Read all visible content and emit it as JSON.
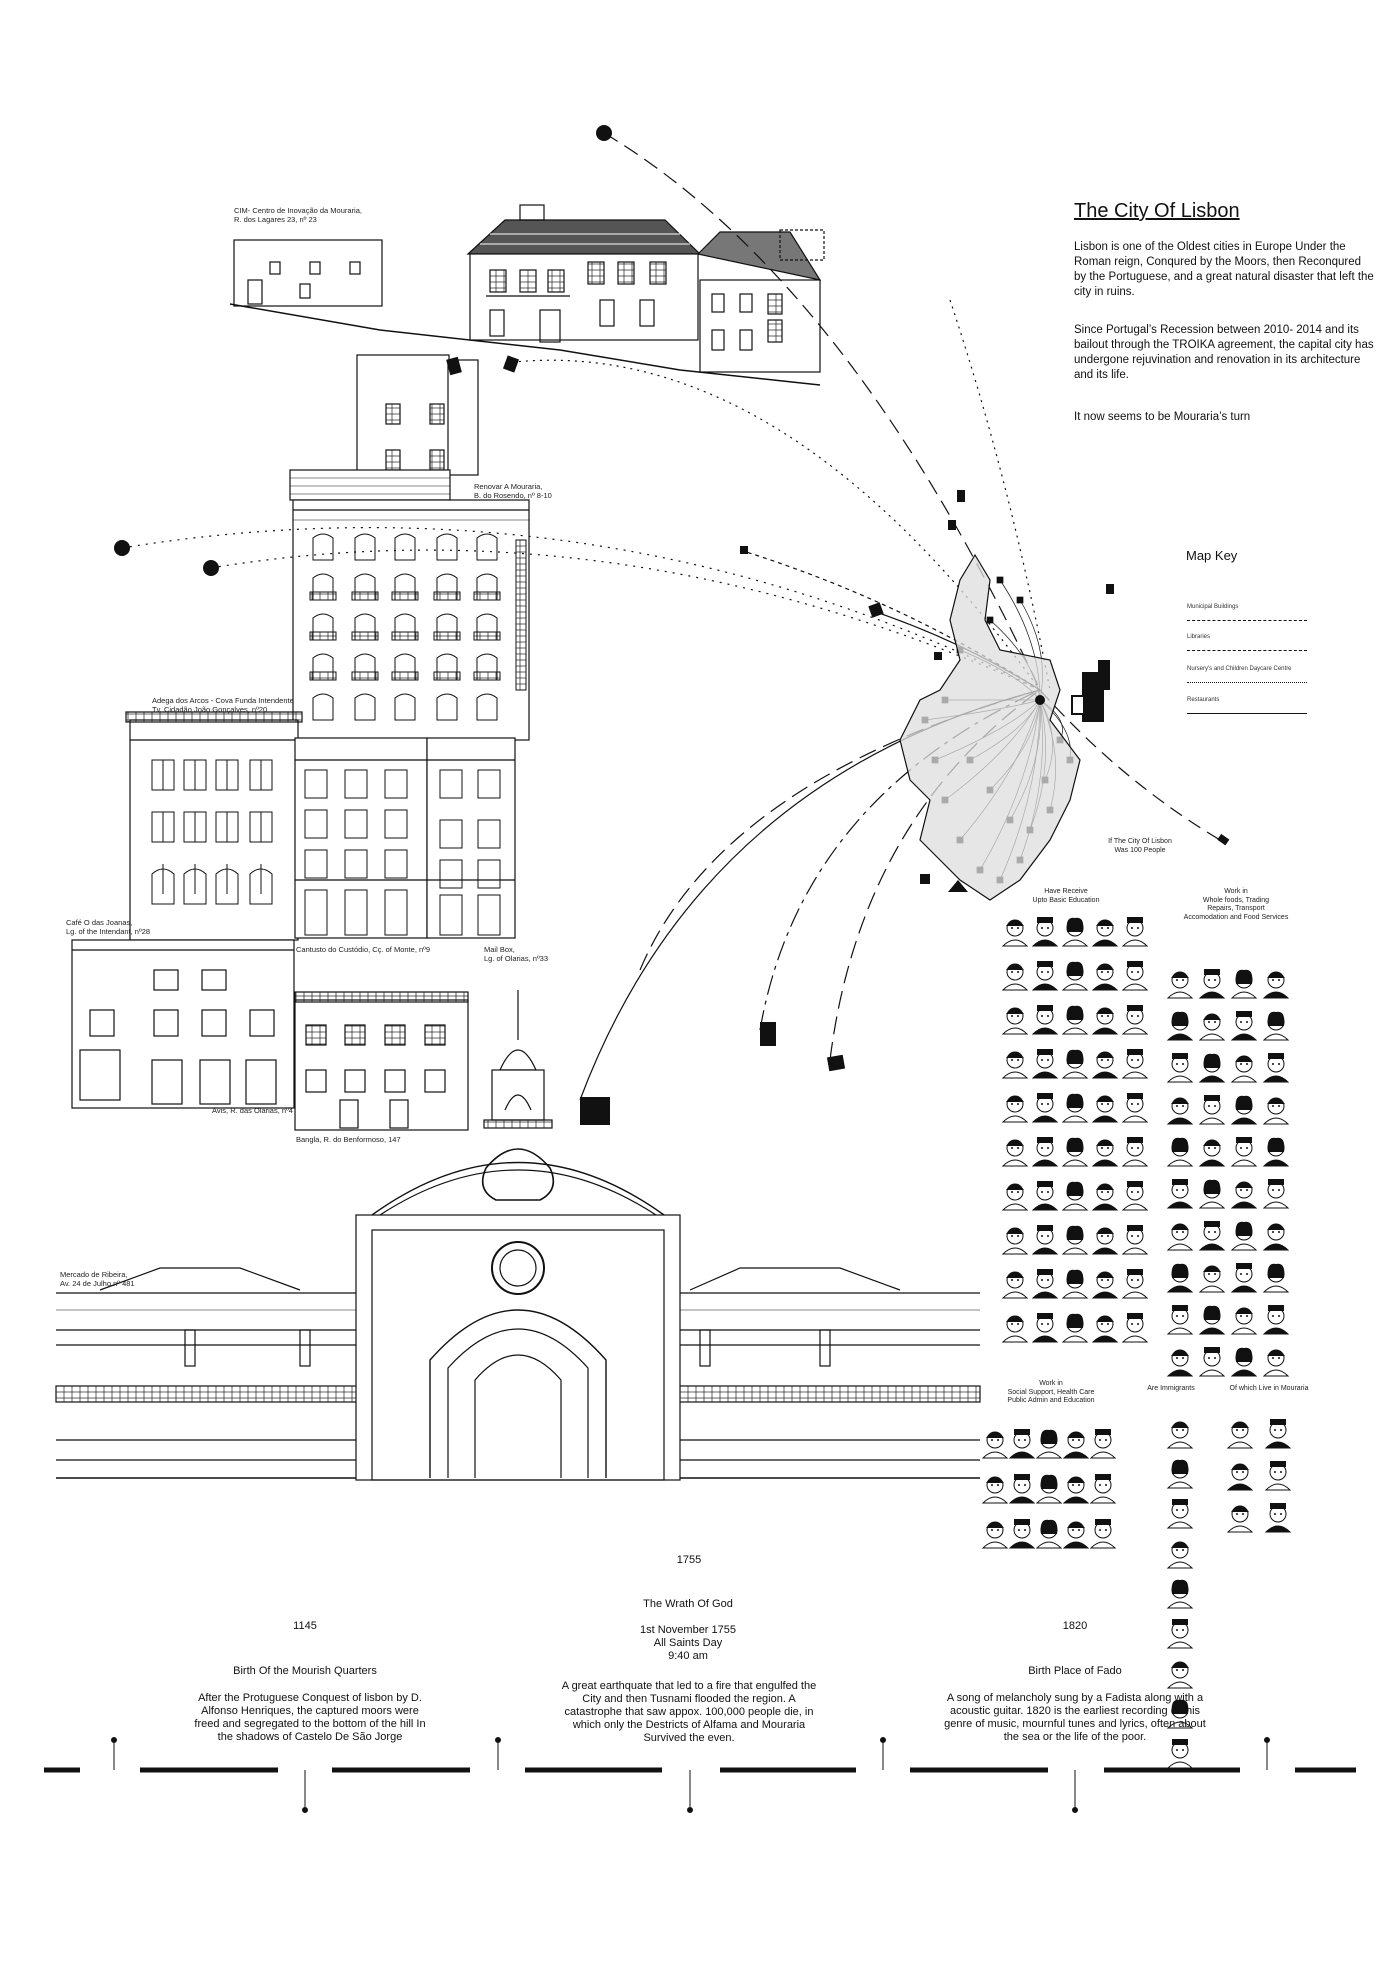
{
  "intro": {
    "title": "The City Of Lisbon",
    "p1": "Lisbon is one of the Oldest cities in Europe Under the Roman reign, Conqured by the Moors, then Reconqured by the Portuguese, and a great natural disaster that left the city in ruins.",
    "p2": "Since Portugal’s Recession between 2010- 2014 and its bailout through the TROIKA agreement, the capital city has undergone rejuvination and renovation in its architecture and its life.",
    "p3": "It now seems to be Mouraria’s turn"
  },
  "map_key": {
    "title": "Map Key",
    "items": [
      {
        "label": "Municipal Buildings",
        "style": "dash-long"
      },
      {
        "label": "Libraries",
        "style": "dash-dot"
      },
      {
        "label": "Nursery's and Children Daycare Centre",
        "style": "dotted"
      },
      {
        "label": "Restaurants",
        "style": "solid"
      }
    ]
  },
  "building_labels": {
    "cim": "CIM- Centro de Inovação da Mouraria,\nR. dos Lagares 23, nº 23",
    "renovar": "Renovar A Mouraria,\nB. do Rosendo, nº 8-10",
    "adega": "Adega dos Arcos - Cova Funda Intendente\nTv. Cidadão João Gonçalves, nº20",
    "cafe": "Café O das Joanas,\nLg. of the Intendant, nº28",
    "cantusto": "Cantusto do Custódio, Cç. of Monte, nº9",
    "mailbox": "Mail Box,\nLg. of Olarias, nº33",
    "avis": "Avis, R. das Olarias, nº4",
    "bangla": "Bangla, R. do Benformoso, 147",
    "mercado": "Mercado de Ribeira,\nAv. 24 de Julho nº 481"
  },
  "demographics": {
    "intro": "If The City Of Lisbon\nWas 100 People",
    "groups": [
      {
        "label": "Have Receive\nUpto Basic Education",
        "count": 50
      },
      {
        "label": "Work in\nWhole foods, Trading\nRepairs, Transport\nAccomodation and Food Services",
        "count": 40
      },
      {
        "label": "Work in\nSocial Support, Health Care\nPublic Admin and Education",
        "count": 15
      },
      {
        "label": "Are Immigrants",
        "count": 9
      },
      {
        "label": "Of which Live in Mouraria",
        "count": 6
      }
    ]
  },
  "timeline": [
    {
      "year": "1145",
      "title": "Birth Of the Mourish Quarters",
      "text": "After the Protuguese Conquest of lisbon by D. Alfonso Henriques, the captured moors were freed and segregated to the bottom of the hill In the shadows of Castelo De São Jorge"
    },
    {
      "year": "1755",
      "title": "The Wrath Of God",
      "subtitle": "1st November 1755\nAll Saints Day\n9:40 am",
      "text": "A great earthquate that led to a fire that engulfed the City and then Tusnami flooded the region. A catastrophe that saw appox. 100,000 people die, in which only the Destricts of Alfama and Mouraria Survived the even."
    },
    {
      "year": "1820",
      "title": "Birth Place of Fado",
      "text": "A song of melancholy sung by a Fadista along with a acoustic guitar. 1820 is the earliest recording of this genre of music, mournful tunes and lyrics, often about the sea or the life of the poor."
    }
  ]
}
